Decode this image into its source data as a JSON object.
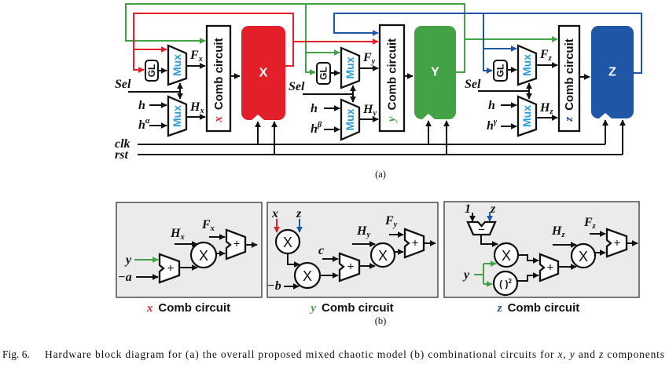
{
  "colors": {
    "x": "#e3202a",
    "y": "#44a246",
    "z": "#1f56a6",
    "mux_text": "#2b9fd9",
    "panel_bg": "#ebebeb"
  },
  "part_a": {
    "sublabel": "(a)",
    "clk": "clk",
    "rst": "rst",
    "stages": [
      {
        "register": "X",
        "comb_var": "x",
        "comb_label": "Comb circuit",
        "gl": "GL",
        "mux_f": "Mux",
        "mux_h": "Mux",
        "sel": "Sel",
        "h": "h",
        "h_alt": "h",
        "h_alt_sup": "α",
        "f": "F",
        "f_sub": "x",
        "hh": "H",
        "hh_sub": "x"
      },
      {
        "register": "Y",
        "comb_var": "y",
        "comb_label": "Comb circuit",
        "gl": "GL",
        "mux_f": "Mux",
        "mux_h": "Mux",
        "sel": "Sel",
        "h": "h",
        "h_alt": "h",
        "h_alt_sup": "β",
        "f": "F",
        "f_sub": "y",
        "hh": "H",
        "hh_sub": "y"
      },
      {
        "register": "Z",
        "comb_var": "z",
        "comb_label": "Comb circuit",
        "gl": "GL",
        "mux_f": "Mux",
        "mux_h": "Mux",
        "sel": "Sel",
        "h": "h",
        "h_alt": "h",
        "h_alt_sup": "γ",
        "f": "F",
        "f_sub": "z",
        "hh": "H",
        "hh_sub": "z"
      }
    ]
  },
  "part_b": {
    "sublabel": "(b)",
    "panels": [
      {
        "title_var": "x",
        "title": "Comb circuit",
        "hh": "H",
        "hh_sub": "x",
        "f": "F",
        "f_sub": "x",
        "in_y": "y",
        "in_neg_a": "−a",
        "mult": "X",
        "add1": "+",
        "add2": "+"
      },
      {
        "title_var": "y",
        "title": "Comb circuit",
        "in_x": "x",
        "in_z": "z",
        "mult1": "X",
        "mult2": "X",
        "mult3": "X",
        "in_c": "c",
        "in_neg_b": "−b",
        "hh": "H",
        "hh_sub": "y",
        "f": "F",
        "f_sub": "y",
        "add1": "+",
        "add2": "+"
      },
      {
        "title_var": "z",
        "title": "Comb circuit",
        "in_one": "1",
        "in_z": "z",
        "sub": "−",
        "mult1": "X",
        "square_paren": "( )",
        "square_exp": "2",
        "in_y": "y",
        "hh": "H",
        "hh_sub": "z",
        "f": "F",
        "f_sub": "z",
        "mult2": "X",
        "add1": "+",
        "add2": "+"
      }
    ]
  },
  "caption": {
    "label": "Fig. 6.",
    "text_before": "Hardware block diagram for (a) the overall proposed mixed chaotic model (b) combinational circuits for ",
    "var1": "x",
    "sep1": ", ",
    "var2": "y",
    "sep2": " and ",
    "var3": "z",
    "text_after": " components"
  }
}
